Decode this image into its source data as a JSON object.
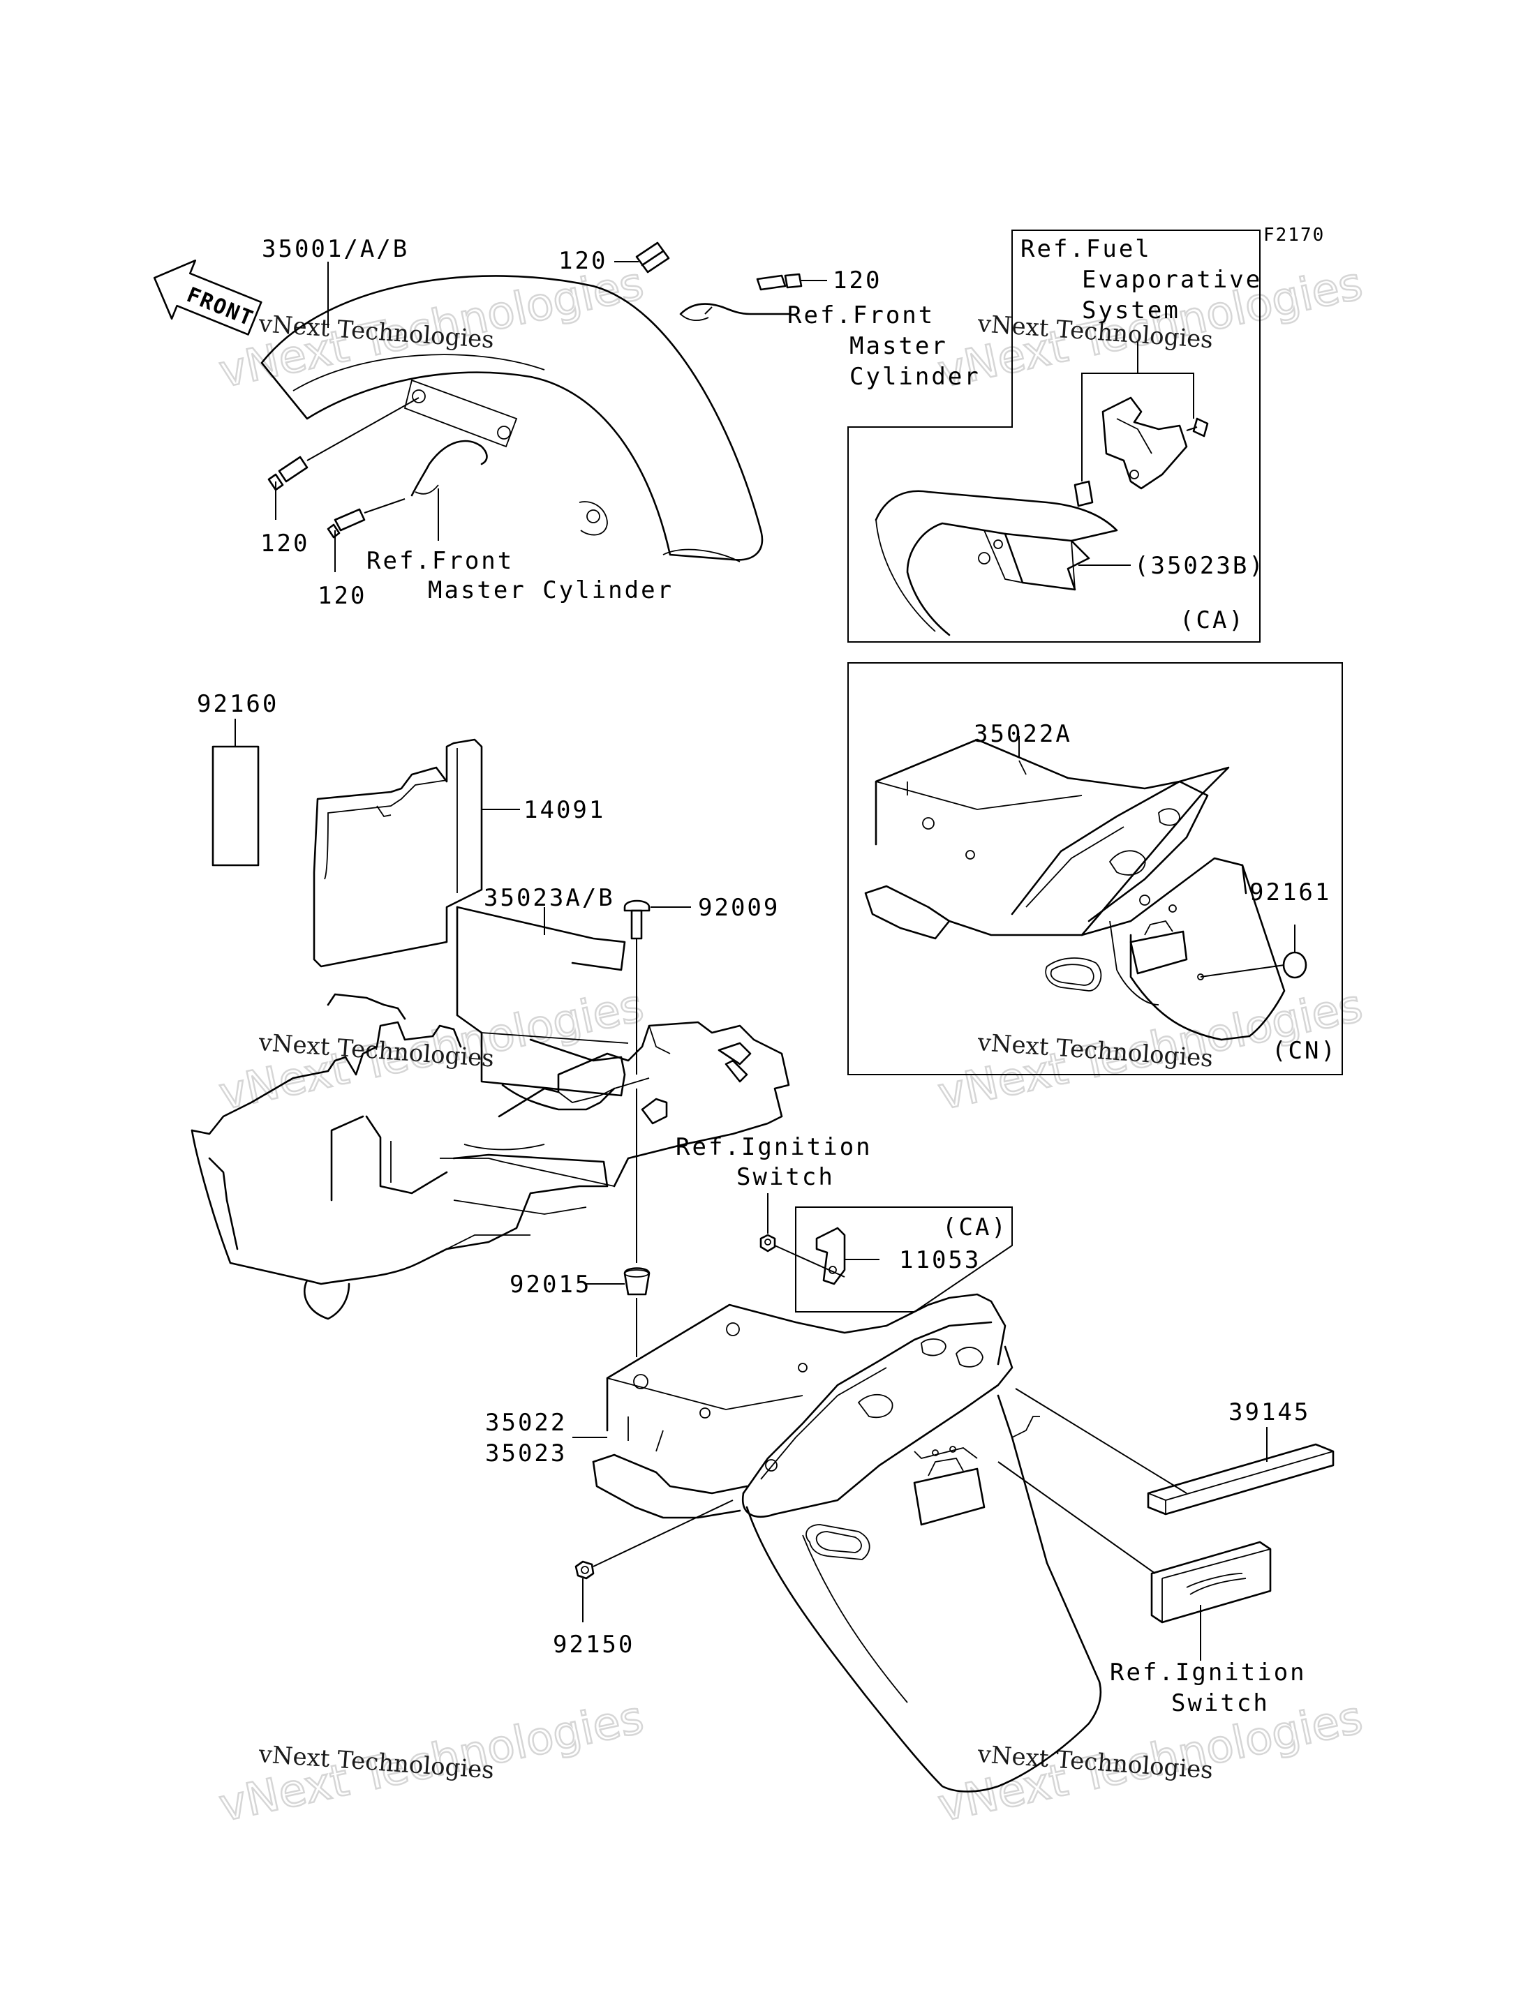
{
  "figure_code": "F2170",
  "front_arrow": "FRONT",
  "watermark": {
    "line1": "vNext Technologies",
    "line2": "vNext Technologies"
  },
  "callouts": {
    "c35001": "35001/A/B",
    "c120_top1": "120",
    "c120_top2": "120",
    "c120_left1": "120",
    "c120_left2": "120",
    "ref_front_mc_top": [
      "Ref.Front",
      "Master",
      "Cylinder"
    ],
    "ref_front_mc_bottom": [
      "Ref.Front",
      "Master Cylinder"
    ],
    "ref_fuel": [
      "Ref.Fuel",
      "Evaporative",
      "System"
    ],
    "c35023b": "(35023B)",
    "ca_top": "(CA)",
    "c35022a": "35022A",
    "c92161": "92161",
    "cn": "(CN)",
    "c92160": "92160",
    "c14091": "14091",
    "c35023ab": "35023A/B",
    "c92009": "92009",
    "ref_ign_top": [
      "Ref.Ignition",
      "Switch"
    ],
    "ca_mid": "(CA)",
    "c11053": "11053",
    "c92015": "92015",
    "c35022": "35022",
    "c35023": "35023",
    "c39145": "39145",
    "c92150": "92150",
    "ref_ign_bottom": [
      "Ref.Ignition",
      "Switch"
    ]
  }
}
